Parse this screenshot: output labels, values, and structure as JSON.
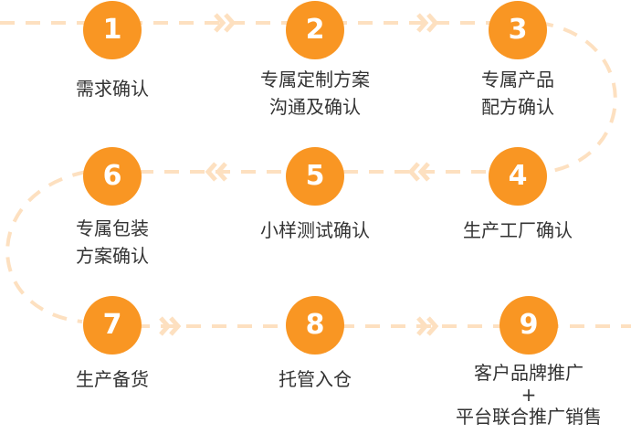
{
  "colors": {
    "accent": "#f99623",
    "connector": "#fde0c0",
    "text": "#333333"
  },
  "steps": [
    {
      "number": "1",
      "lines": [
        "需求确认"
      ]
    },
    {
      "number": "2",
      "lines": [
        "专属定制方案",
        "沟通及确认"
      ]
    },
    {
      "number": "3",
      "lines": [
        "专属产品",
        "配方确认"
      ]
    },
    {
      "number": "4",
      "lines": [
        "生产工厂确认"
      ]
    },
    {
      "number": "5",
      "lines": [
        "小样测试确认"
      ]
    },
    {
      "number": "6",
      "lines": [
        "专属包装",
        "方案确认"
      ]
    },
    {
      "number": "7",
      "lines": [
        "生产备货"
      ]
    },
    {
      "number": "8",
      "lines": [
        "托管入仓"
      ]
    },
    {
      "number": "9",
      "lines": [
        "客户品牌推广",
        "+",
        "平台联合推广销售"
      ]
    }
  ]
}
